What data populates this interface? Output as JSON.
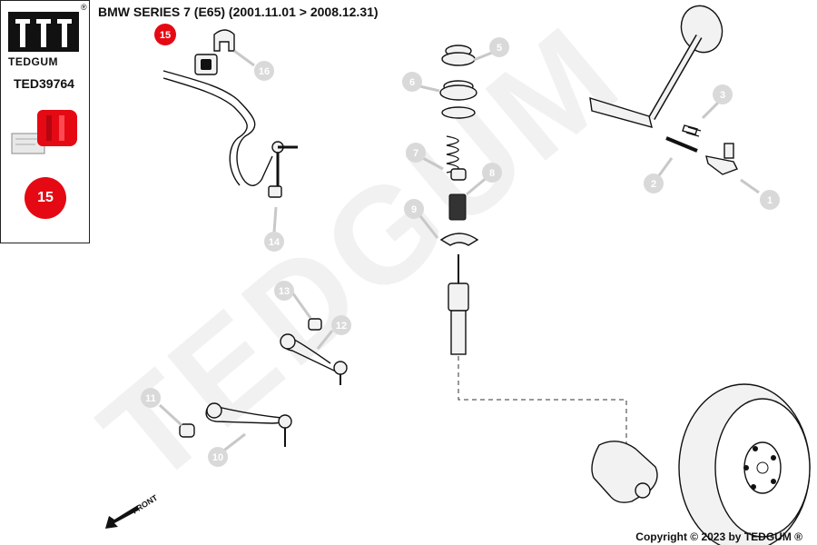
{
  "brand": {
    "name": "TEDGUM",
    "registered_mark": "®",
    "part_number": "TED39764",
    "highlight_color": "#e50914"
  },
  "title": "BMW SERIES 7 (E65)  (2001.11.01 > 2008.12.31)",
  "highlighted_part": {
    "number": "15",
    "sidebar_badge": "15"
  },
  "watermark": "TEDGUM",
  "front_label": "FRONT",
  "copyright": "Copyright © 2023 by TEDGUM ®",
  "callouts": [
    "1",
    "2",
    "3",
    "5",
    "6",
    "7",
    "8",
    "9",
    "10",
    "11",
    "12",
    "13",
    "14",
    "15",
    "16"
  ],
  "colors": {
    "callout_gray": "#d9d9d9",
    "line": "#111111"
  }
}
